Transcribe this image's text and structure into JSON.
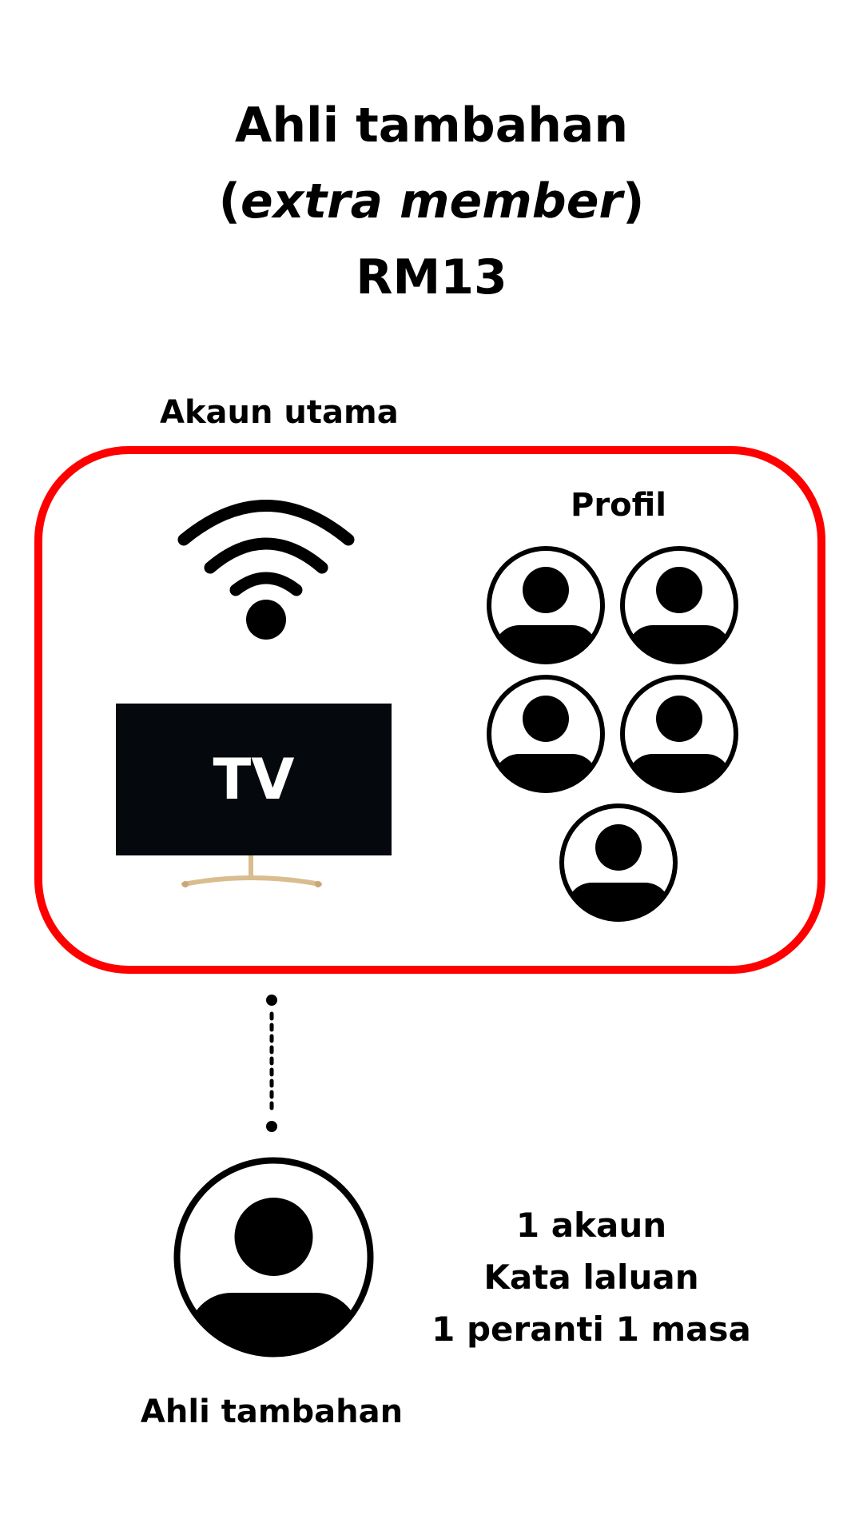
{
  "title": {
    "line1": "Ahli tambahan",
    "line2_open": "(",
    "line2_italic": "extra member",
    "line2_close": ")",
    "line3": "RM13"
  },
  "account": {
    "label": "Akaun utama",
    "border_color": "#ff0000",
    "icons": [
      "wifi-icon",
      "tv-icon"
    ],
    "tv_label": "TV"
  },
  "profiles": {
    "label": "Profil",
    "count": 5,
    "icon": "user-avatar-icon"
  },
  "extra_member": {
    "label": "Ahli tambahan",
    "icon": "user-avatar-icon",
    "details": [
      "1 akaun",
      "Kata laluan",
      "1 peranti 1 masa"
    ]
  }
}
